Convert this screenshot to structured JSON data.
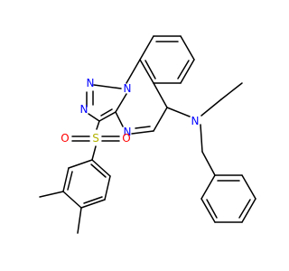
{
  "colors": {
    "bond": "#000000",
    "nitrogen": "#0000ff",
    "oxygen": "#ff0000",
    "sulfur": "#b2b200",
    "background": "#ffffff"
  },
  "atom_labels": {
    "n_triazole_top": "N",
    "n_triazole_left": "N",
    "n_bridge": "N",
    "n_quinazoline": "N",
    "n_amine": "N",
    "o_left": "O",
    "o_right": "O",
    "s_sulfonyl": "S"
  }
}
